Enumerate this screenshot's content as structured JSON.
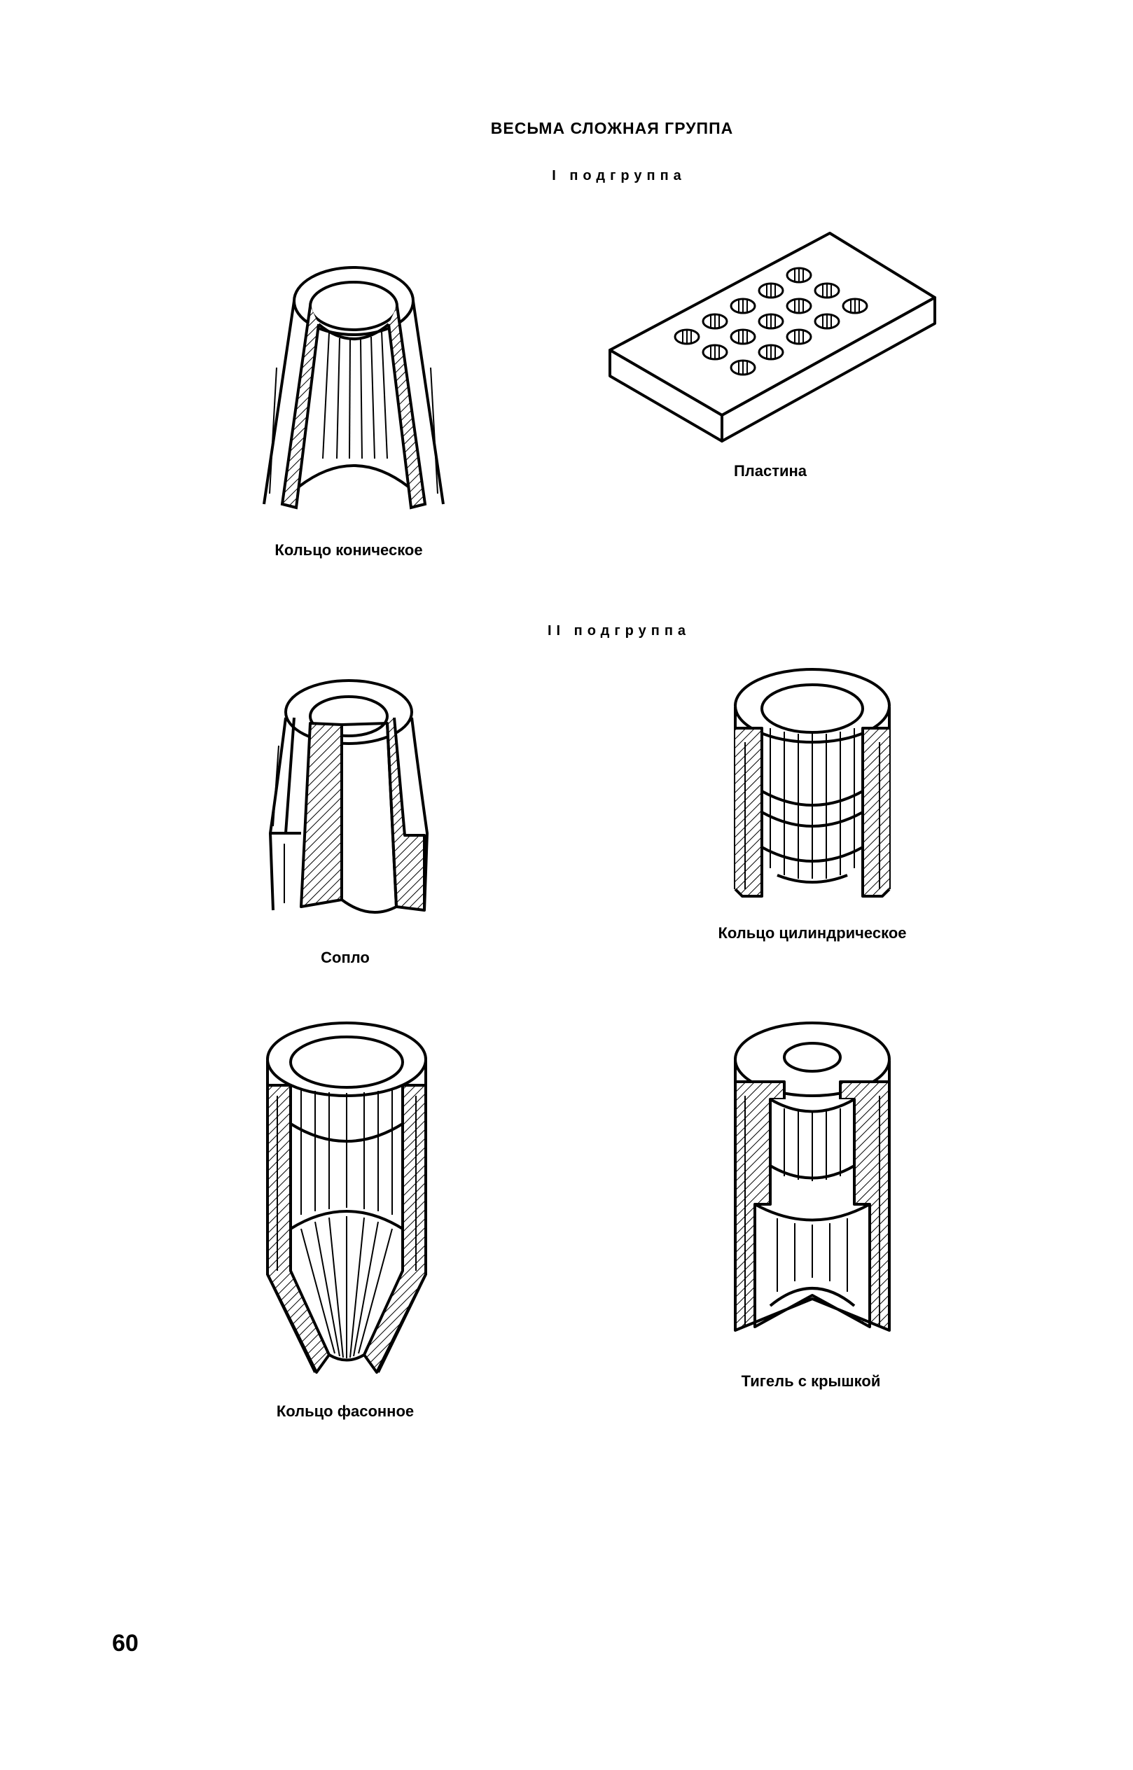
{
  "page": {
    "title": "ВЕСЬМА СЛОЖНАЯ ГРУППА",
    "subgroup_1": "I подгруппа",
    "subgroup_2": "II подгруппа",
    "page_number": "60"
  },
  "figures": {
    "conical_ring": "Кольцо коническое",
    "plate": "Пластина",
    "nozzle": "Сопло",
    "cylindrical_ring": "Кольцо цилиндрическое",
    "shaped_ring": "Кольцо фасонное",
    "crucible": "Тигель с крышкой"
  }
}
